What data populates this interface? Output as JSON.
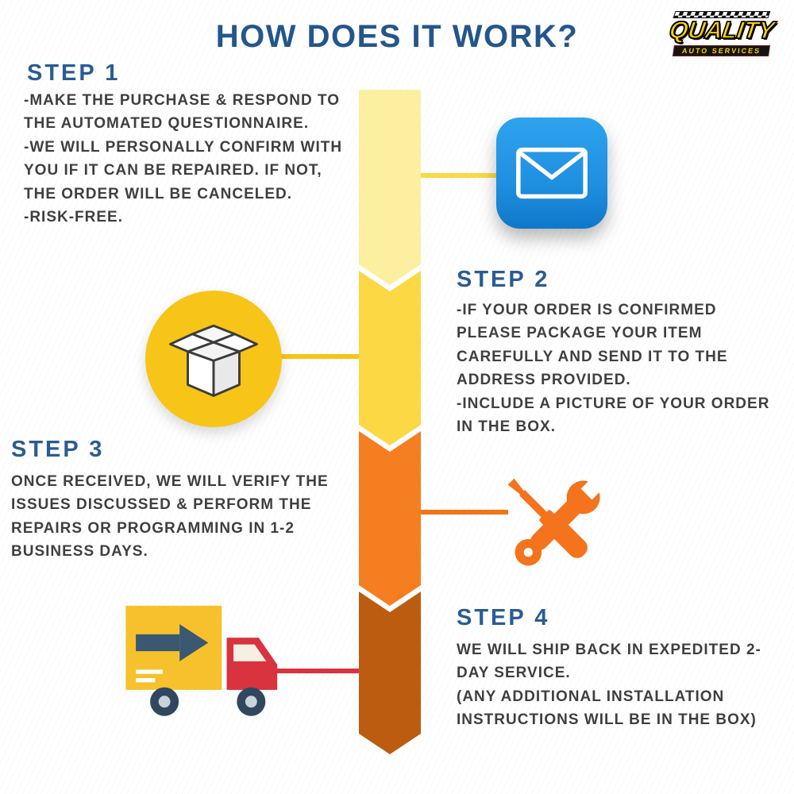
{
  "title": "HOW DOES IT WORK?",
  "logo": {
    "brand": "QUALITY",
    "tagline": "AUTO SERVICES"
  },
  "steps": [
    {
      "label": "STEP 1",
      "body": "-MAKE THE PURCHASE & RESPOND TO THE AUTOMATED QUESTIONNAIRE.\n-WE WILL PERSONALLY CONFIRM WITH YOU IF IT CAN BE REPAIRED. IF NOT, THE ORDER WILL BE CANCELED.\n-RISK-FREE.",
      "icon": "email-icon"
    },
    {
      "label": "STEP 2",
      "body": "-IF YOUR ORDER IS CONFIRMED PLEASE PACKAGE YOUR ITEM CAREFULLY AND SEND IT TO THE ADDRESS PROVIDED.\n-INCLUDE A PICTURE OF YOUR ORDER IN THE BOX.",
      "icon": "package-box-icon"
    },
    {
      "label": "STEP 3",
      "body": "ONCE RECEIVED, WE WILL VERIFY THE ISSUES DISCUSSED & PERFORM THE REPAIRS OR PROGRAMMING IN 1-2 BUSINESS DAYS.",
      "icon": "tools-icon"
    },
    {
      "label": "STEP 4",
      "body": "WE WILL SHIP BACK IN EXPEDITED 2-DAY SERVICE.\n(ANY ADDITIONAL INSTALLATION INSTRUCTIONS WILL BE IN THE BOX)",
      "icon": "delivery-truck-icon"
    }
  ],
  "colors": {
    "title_blue": "#24568c",
    "heading_blue": "#2a5c92",
    "body_text": "#3f3f3f",
    "segment_pale_yellow": "#fcf0a0",
    "segment_gold": "#fbd844",
    "segment_orange": "#f57e20",
    "segment_rust": "#bc5c10",
    "email_blue": "#1f8fe0",
    "circle_gold": "#f6c517",
    "tools_orange": "#f4731c",
    "truck_red": "#d8333f",
    "truck_yellow": "#f6c12c",
    "arrow_navy": "#3b5872"
  }
}
